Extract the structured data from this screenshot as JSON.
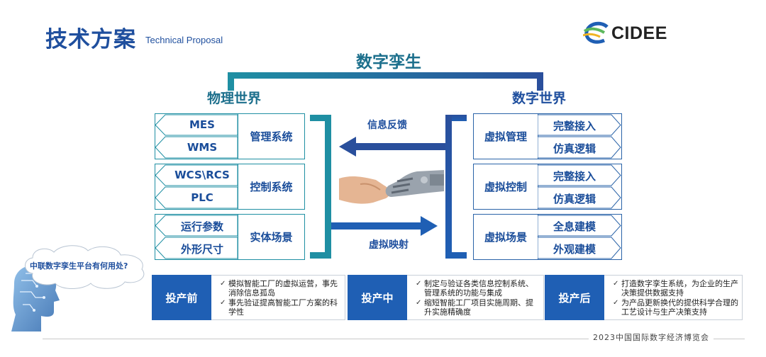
{
  "header": {
    "title": "技术方案",
    "subtitle": "Technical Proposal",
    "logo_text": "CIDEE"
  },
  "diagram": {
    "top_label": "数字孪生",
    "physical_world": "物理世界",
    "digital_world": "数字世界",
    "feedback_label": "信息反馈",
    "mapping_label": "虚拟映射",
    "left_groups": [
      {
        "items": [
          "MES",
          "WMS"
        ],
        "label": "管理系统"
      },
      {
        "items": [
          "WCS\\RCS",
          "PLC"
        ],
        "label": "控制系统"
      },
      {
        "items": [
          "运行参数",
          "外形尺寸"
        ],
        "label": "实体场景"
      }
    ],
    "right_groups": [
      {
        "label": "虚拟管理",
        "items": [
          "完整接入",
          "仿真逻辑"
        ]
      },
      {
        "label": "虚拟控制",
        "items": [
          "完整接入",
          "仿真逻辑"
        ]
      },
      {
        "label": "虚拟场景",
        "items": [
          "全息建模",
          "外观建模"
        ]
      }
    ]
  },
  "bubble": {
    "text": "中联数字孪生平台有何用处?"
  },
  "phases": [
    {
      "label": "投产前",
      "items": [
        "模拟智能工厂的虚拟运营，事先消除信息孤岛",
        "事先验证提高智能工厂方案的科学性"
      ]
    },
    {
      "label": "投产中",
      "items": [
        "制定与验证各类信息控制系统、管理系统的功能与集成",
        "缩短智能工厂项目实施周期、提升实施精确度"
      ]
    },
    {
      "label": "投产后",
      "items": [
        "打造数字孪生系统，为企业的生产决策提供数据支持",
        "为产品更新换代的提供科学合理的工艺设计与生产决策支持"
      ]
    }
  ],
  "footer": {
    "text": "2023中国国际数字经济博览会"
  },
  "colors": {
    "teal": "#1f8fa3",
    "blue": "#1f4f9e",
    "button_blue": "#1f5fb4"
  }
}
